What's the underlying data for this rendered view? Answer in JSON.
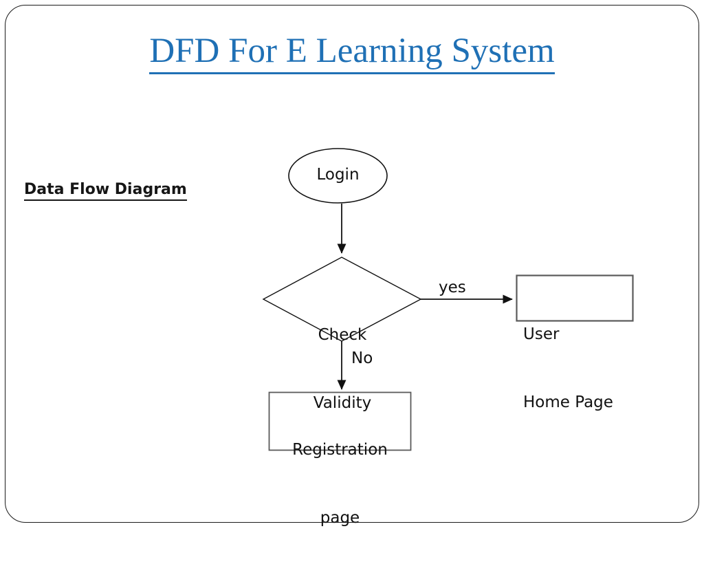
{
  "slide": {
    "title": "DFD For E Learning System",
    "section_label": "Data Flow Diagram",
    "title_color": "#1f70b5",
    "text_color": "#111111",
    "frame_color": "#1a1a1a",
    "background": "#ffffff"
  },
  "diagram": {
    "type": "flowchart",
    "nodes": [
      {
        "id": "login",
        "shape": "ellipse",
        "label": "Login"
      },
      {
        "id": "check-validity",
        "shape": "diamond",
        "label": "Check\nValidity",
        "line1": "Check",
        "line2": "Validity"
      },
      {
        "id": "user-home-page",
        "shape": "rectangle",
        "label": "User\nHome Page",
        "line1": "User",
        "line2": "Home Page"
      },
      {
        "id": "registration-page",
        "shape": "rectangle",
        "label": "Registration\npage",
        "line1": "Registration",
        "line2": "page"
      }
    ],
    "edges": [
      {
        "from": "login",
        "to": "check-validity",
        "label": ""
      },
      {
        "from": "check-validity",
        "to": "user-home-page",
        "label": "yes"
      },
      {
        "from": "check-validity",
        "to": "registration-page",
        "label": "No"
      }
    ]
  },
  "labels": {
    "login": "Login",
    "check_validity_line1": "Check",
    "check_validity_line2": "Validity",
    "user_home_line1": "User",
    "user_home_line2": "Home Page",
    "registration_line1": "Registration",
    "registration_line2": "page",
    "edge_yes": "yes",
    "edge_no": "No"
  }
}
